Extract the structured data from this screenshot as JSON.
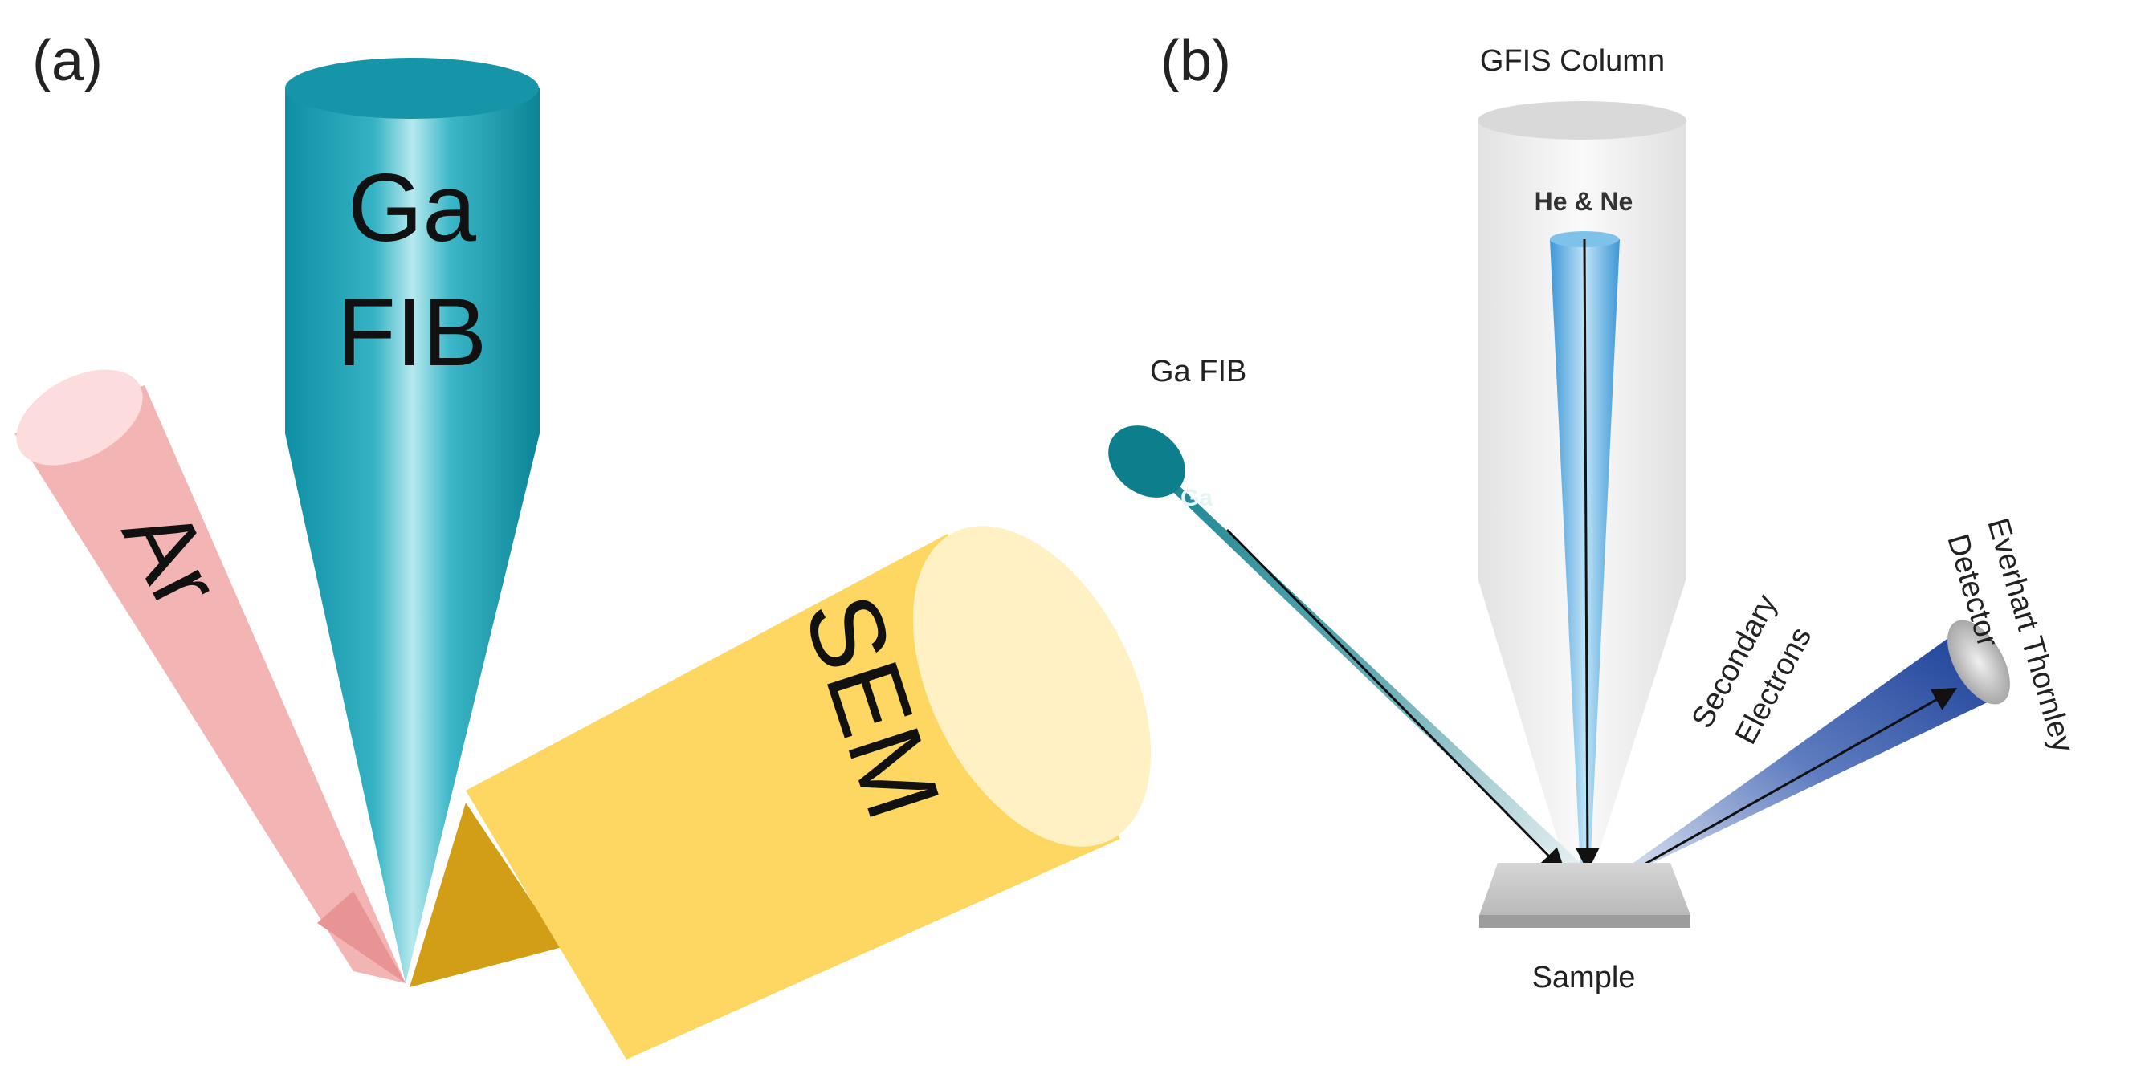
{
  "panel_a": {
    "label": "(a)",
    "ar_label": "Ar",
    "ga_fib_line1": "Ga",
    "ga_fib_line2": "FIB",
    "sem_label": "SEM"
  },
  "panel_b": {
    "label": "(b)",
    "gfis_column_label": "GFIS Column",
    "he_ne_label": "He & Ne",
    "ga_fib_label": "Ga FIB",
    "ga_label": "Ga",
    "secondary_line1": "Secondary",
    "secondary_line2": "Electrons",
    "detector_line1": "Everhart Thornley",
    "detector_line2": "Detector",
    "sample_label": "Sample"
  },
  "colors": {
    "ar_pink": "#f4b7b6",
    "ar_cap": "#fcdcdc",
    "ga_teal": "#1aa0b2",
    "ga_teal_light": "#a8e4ec",
    "sem_yellow": "#fdd762",
    "sem_cap": "#fff1c4",
    "sem_dark": "#d49f12",
    "gfis_gray": "#e9e9e9",
    "beam_blue": "#4aa6de",
    "detector_blue": "#1d3f96",
    "sample_gray": "#c9c9c9"
  }
}
